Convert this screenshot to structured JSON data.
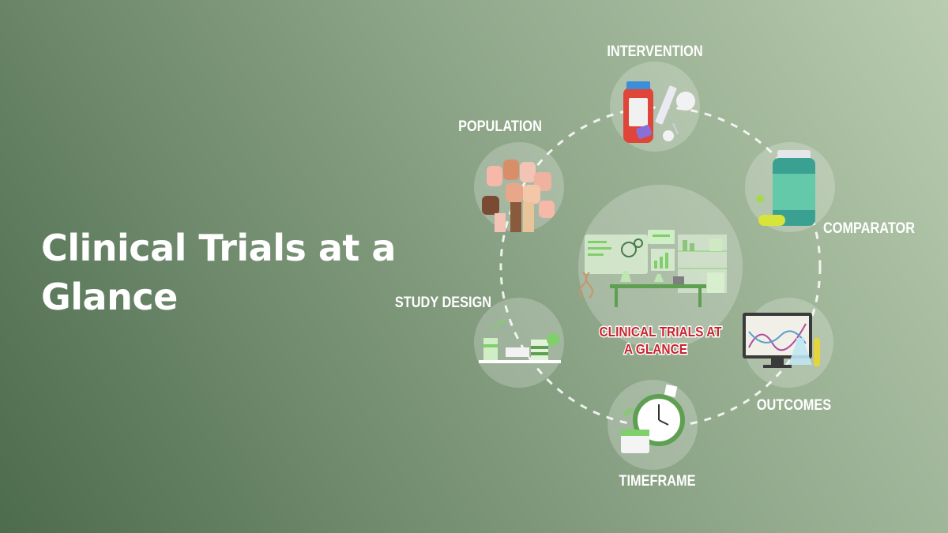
{
  "slide": {
    "title": "Clinical Trials at a Glance"
  },
  "diagram": {
    "center": {
      "lines": [
        "CLINICAL TRIALS AT",
        "A GLANCE"
      ],
      "illustration": "laboratory-illustration"
    },
    "nodes": [
      {
        "label": "INTERVENTION",
        "illustration": "medicine-and-syringe"
      },
      {
        "label": "COMPARATOR",
        "illustration": "medicine-bottle"
      },
      {
        "label": "OUTCOMES",
        "illustration": "monitor-and-test-tubes"
      },
      {
        "label": "TIMEFRAME",
        "illustration": "alarm-clock-and-calendar"
      },
      {
        "label": "STUDY DESIGN",
        "illustration": "desk-with-books"
      },
      {
        "label": "POPULATION",
        "illustration": "raised-fists"
      }
    ]
  }
}
